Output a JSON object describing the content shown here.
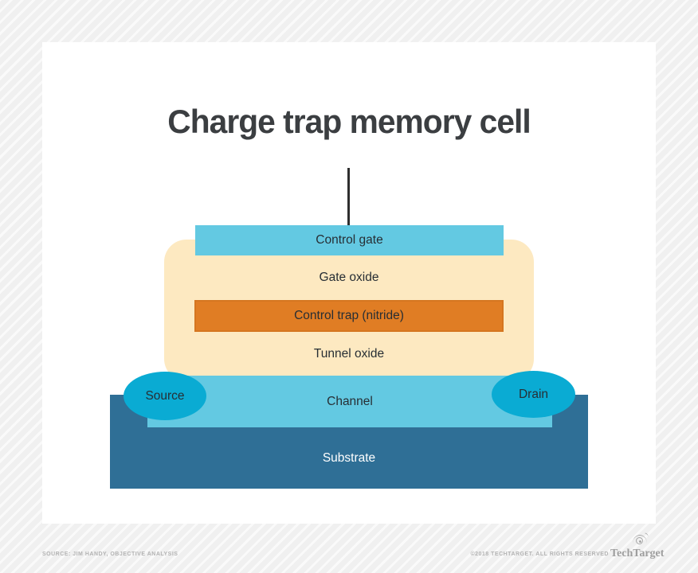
{
  "page": {
    "title": "Charge trap memory cell"
  },
  "diagram": {
    "control_gate": "Control gate",
    "gate_oxide": "Gate oxide",
    "charge_trap": "Control trap (nitride)",
    "tunnel_oxide": "Tunnel oxide",
    "channel": "Channel",
    "substrate": "Substrate",
    "source": "Source",
    "drain": "Drain"
  },
  "footer": {
    "source_note": "SOURCE: JIM HANDY, OBJECTIVE ANALYSIS",
    "copyright": "©2018 TECHTARGET. ALL RIGHTS RESERVED",
    "brand": "TechTarget"
  },
  "colors": {
    "layer_blue": "#63c9e2",
    "oxide_cream": "#fde9c1",
    "trap_orange": "#e07d24",
    "terminal_teal": "#0aabd3",
    "substrate_blue": "#2f6f96",
    "wire_dark": "#2e2e2e",
    "label_dark": "#272e34",
    "label_light": "#ffffff"
  }
}
